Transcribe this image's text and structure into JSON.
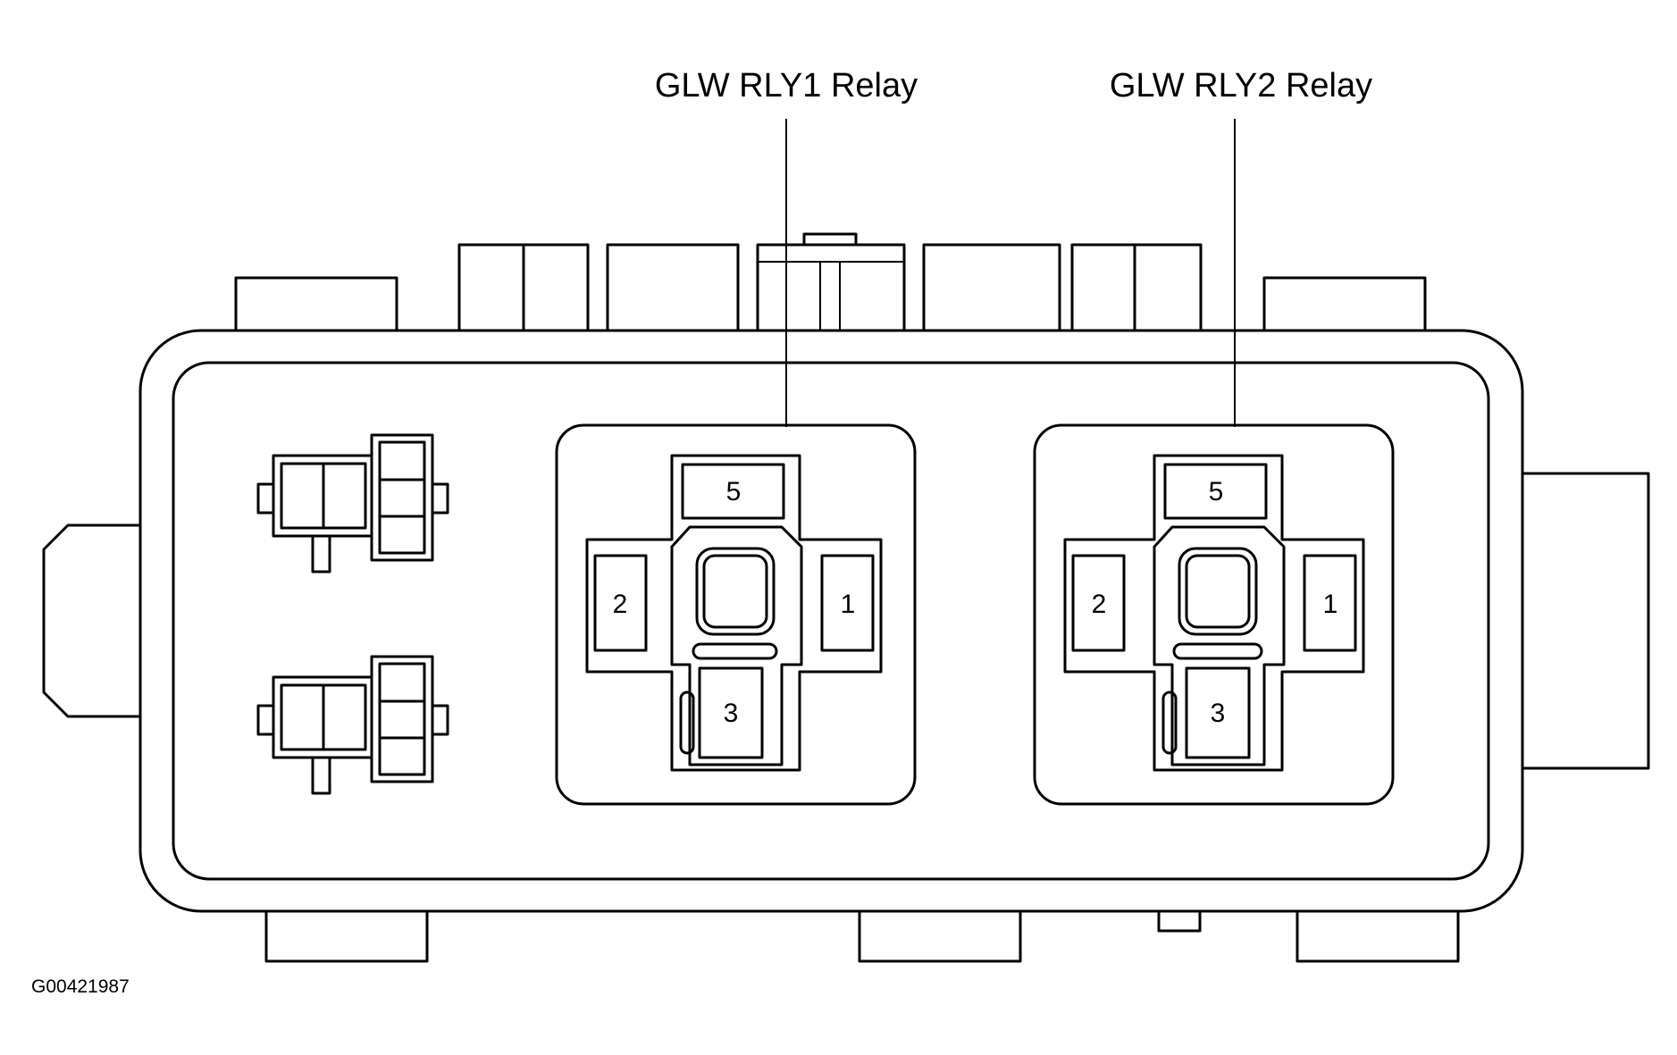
{
  "labels": {
    "relay1": "GLW RLY1 Relay",
    "relay2": "GLW RLY2 Relay",
    "figure_id": "G00421987"
  },
  "relay1_pins": {
    "top": "5",
    "left": "2",
    "right": "1",
    "bottom": "3"
  },
  "relay2_pins": {
    "top": "5",
    "left": "2",
    "right": "1",
    "bottom": "3"
  }
}
